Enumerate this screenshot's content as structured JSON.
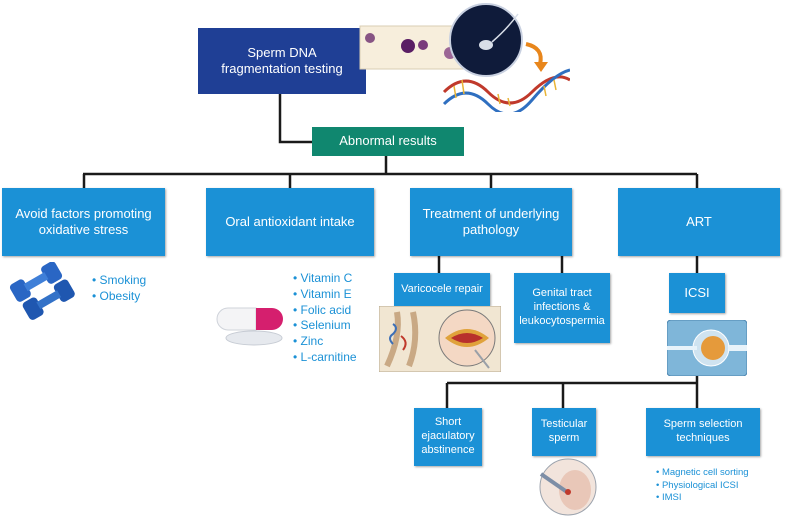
{
  "root": {
    "label": "Sperm DNA\nfragmentation testing"
  },
  "abnormal": {
    "label": "Abnormal results"
  },
  "branches": {
    "avoid": {
      "label": "Avoid factors promoting oxidative stress",
      "items": [
        "• Smoking",
        "• Obesity"
      ]
    },
    "antioxidant": {
      "label": "Oral antioxidant intake",
      "items": [
        "• Vitamin C",
        "• Vitamin E",
        "• Folic acid",
        "• Selenium",
        "• Zinc",
        "• L-carnitine"
      ]
    },
    "treatment": {
      "label": "Treatment of underlying pathology"
    },
    "art": {
      "label": "ART"
    }
  },
  "treatment_children": {
    "varicocele": "Varicocele repair",
    "genital": "Genital tract infections & leukocytospermia"
  },
  "icsi": {
    "label": "ICSI"
  },
  "icsi_children": {
    "short": "Short ejaculatory abstinence",
    "testicular": "Testicular sperm",
    "selection": "Sperm selection techniques",
    "selection_items": [
      "• Magnetic cell sorting",
      "• Physiological ICSI",
      "• IMSI"
    ]
  },
  "colors": {
    "dark_box": "#1f3f95",
    "box": "#1b91d6",
    "abnormal_box": "#10876f",
    "list_text": "#1b91d6",
    "connector": "#1a1a1a"
  }
}
